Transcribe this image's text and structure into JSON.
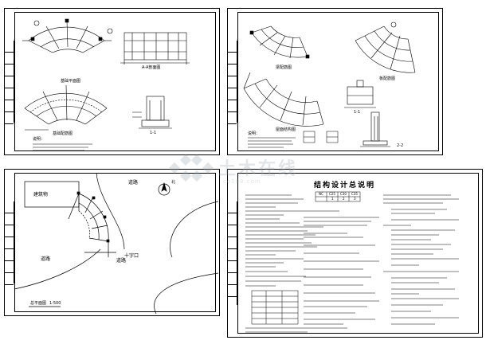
{
  "sheets": {
    "tl": {
      "labels": {
        "plan_a": "基础平面图",
        "section": "A-A剖面图",
        "plan_b": "基础配筋图",
        "detail": "1-1",
        "notes_title": "说明："
      }
    },
    "tr": {
      "labels": {
        "arc_a": "梁配筋图",
        "arc_b": "板配筋图",
        "arc_c": "屋面结构图",
        "det_a": "1-1",
        "det_b": "2-2",
        "notes_title": "说明："
      }
    },
    "bl": {
      "labels": {
        "building": "建筑物",
        "road_top": "道路",
        "road_left": "道路",
        "road_right": "道路",
        "crossing": "十字口",
        "north": "北",
        "plan_title": "总平面图",
        "scale": "1:500"
      }
    },
    "br": {
      "title": "结构设计总说明",
      "table_headers": [
        "NC",
        "C25",
        "C30",
        "C35"
      ],
      "table_row": [
        "1",
        "2",
        "3"
      ]
    }
  },
  "watermark": {
    "text": "土木在线",
    "url": "co188.com"
  },
  "colors": {
    "line": "#000000",
    "watermark": "#9aa3ad"
  }
}
